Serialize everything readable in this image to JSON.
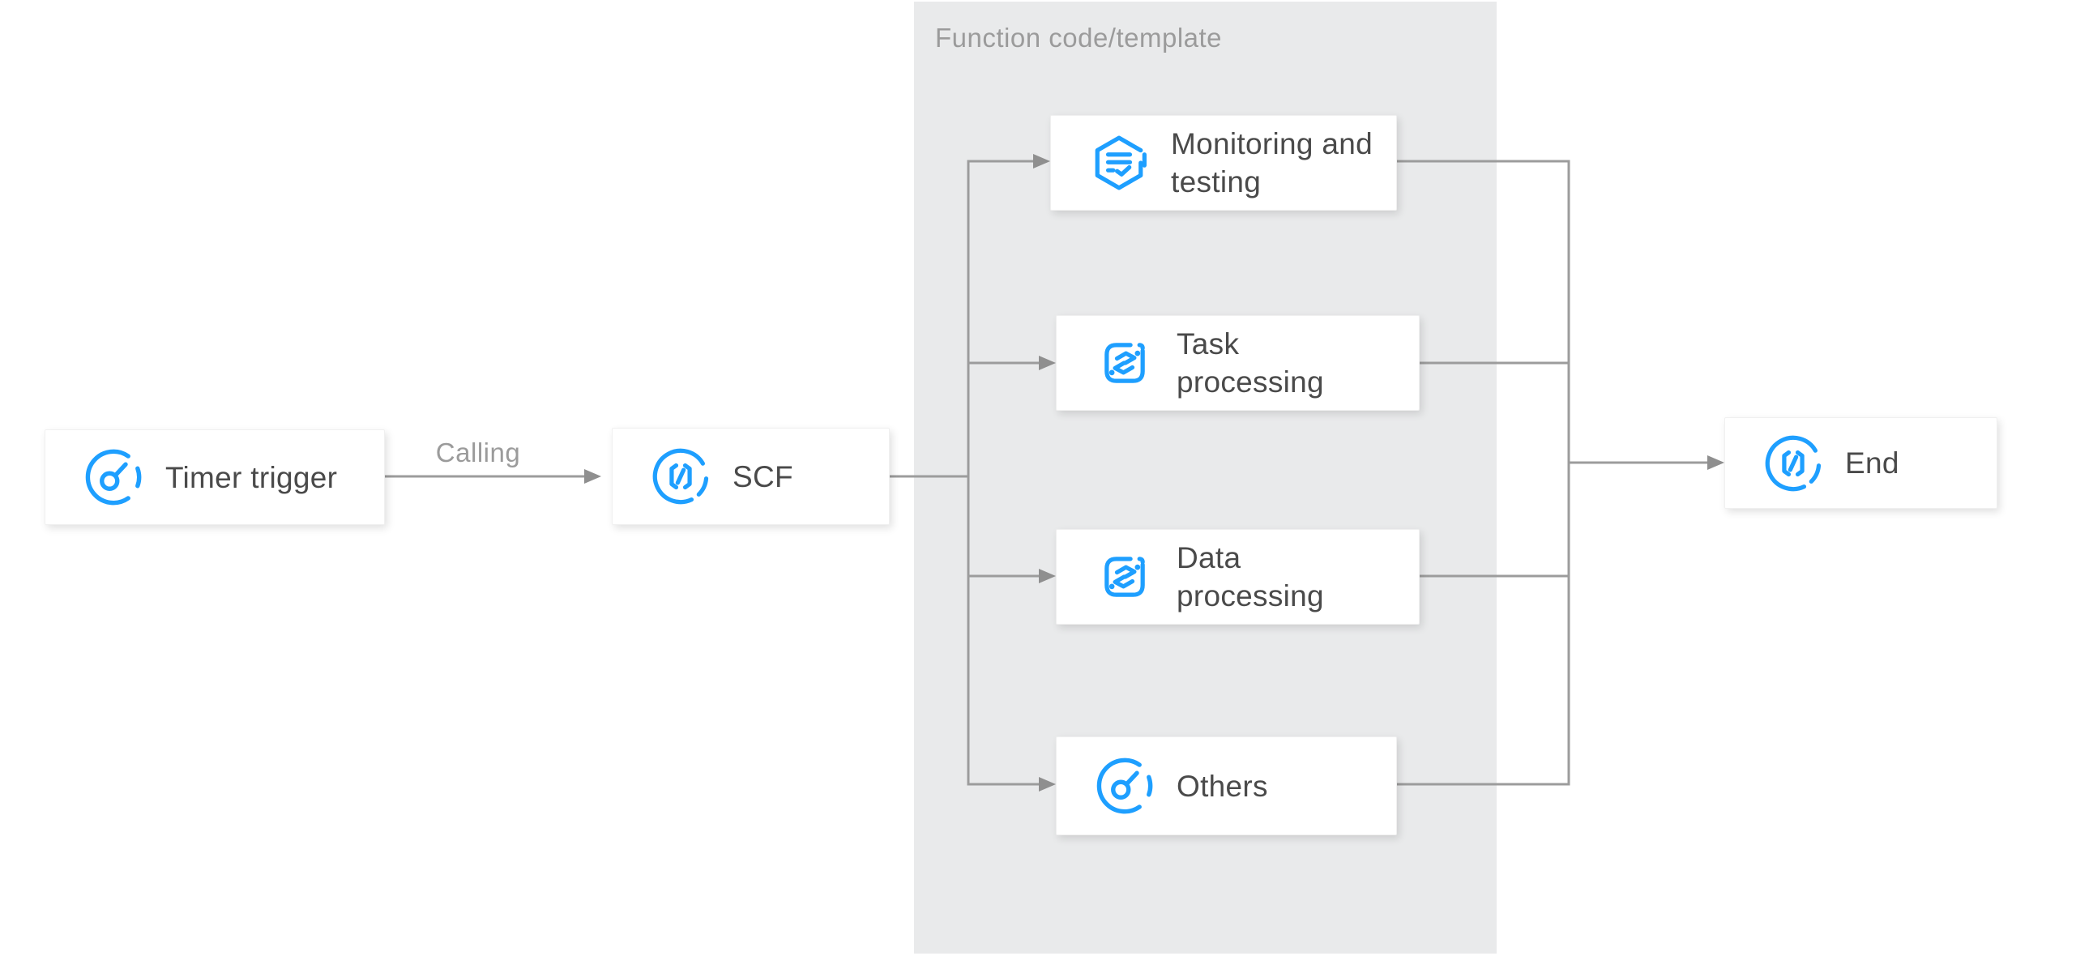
{
  "panel": {
    "title": "Function code/template"
  },
  "edges": {
    "calling_label": "Calling"
  },
  "nodes": {
    "timer": {
      "label": "Timer trigger",
      "icon": "timer-icon"
    },
    "scf": {
      "label": "SCF",
      "icon": "scf-icon"
    },
    "monitoring": {
      "label": "Monitoring and testing",
      "icon": "monitor-report-icon"
    },
    "task": {
      "label": "Task processing",
      "icon": "layers-processing-icon"
    },
    "data": {
      "label": "Data processing",
      "icon": "layers-processing-icon"
    },
    "others": {
      "label": "Others",
      "icon": "timer-icon"
    },
    "end": {
      "label": "End",
      "icon": "scf-icon"
    }
  },
  "colors": {
    "accent": "#1E9FFF",
    "connector": "#9C9C9C",
    "arrowhead": "#8F8F8F",
    "panel_bg": "#E9EAEB",
    "muted_text": "#9B9B9B",
    "node_text": "#4A4A4A"
  }
}
